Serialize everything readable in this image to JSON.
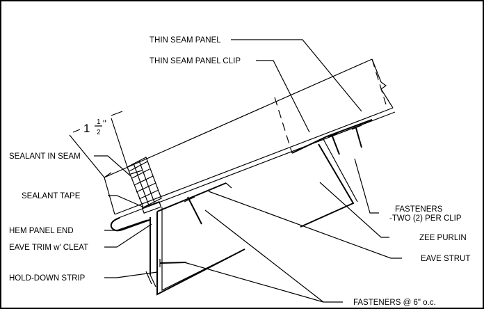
{
  "labels": {
    "thin_seam_panel": "THIN SEAM PANEL",
    "thin_seam_panel_clip": "THIN SEAM PANEL CLIP",
    "sealant_in_seam": "SEALANT IN SEAM",
    "sealant_tape": "SEALANT TAPE",
    "hem_panel_end": "HEM PANEL END",
    "eave_trim_cleat": "EAVE TRIM w' CLEAT",
    "hold_down_strip": "HOLD-DOWN STRIP",
    "fasteners_line1": "FASTENERS",
    "fasteners_line2": "-TWO (2) PER CLIP",
    "zee_purlin": "ZEE PURLIN",
    "eave_strut": "EAVE STRUT",
    "fasteners_6oc": "FASTENERS @ 6\" o.c."
  },
  "dimension": {
    "whole": "1",
    "numerator": "1",
    "denominator": "2",
    "unit": "\""
  }
}
